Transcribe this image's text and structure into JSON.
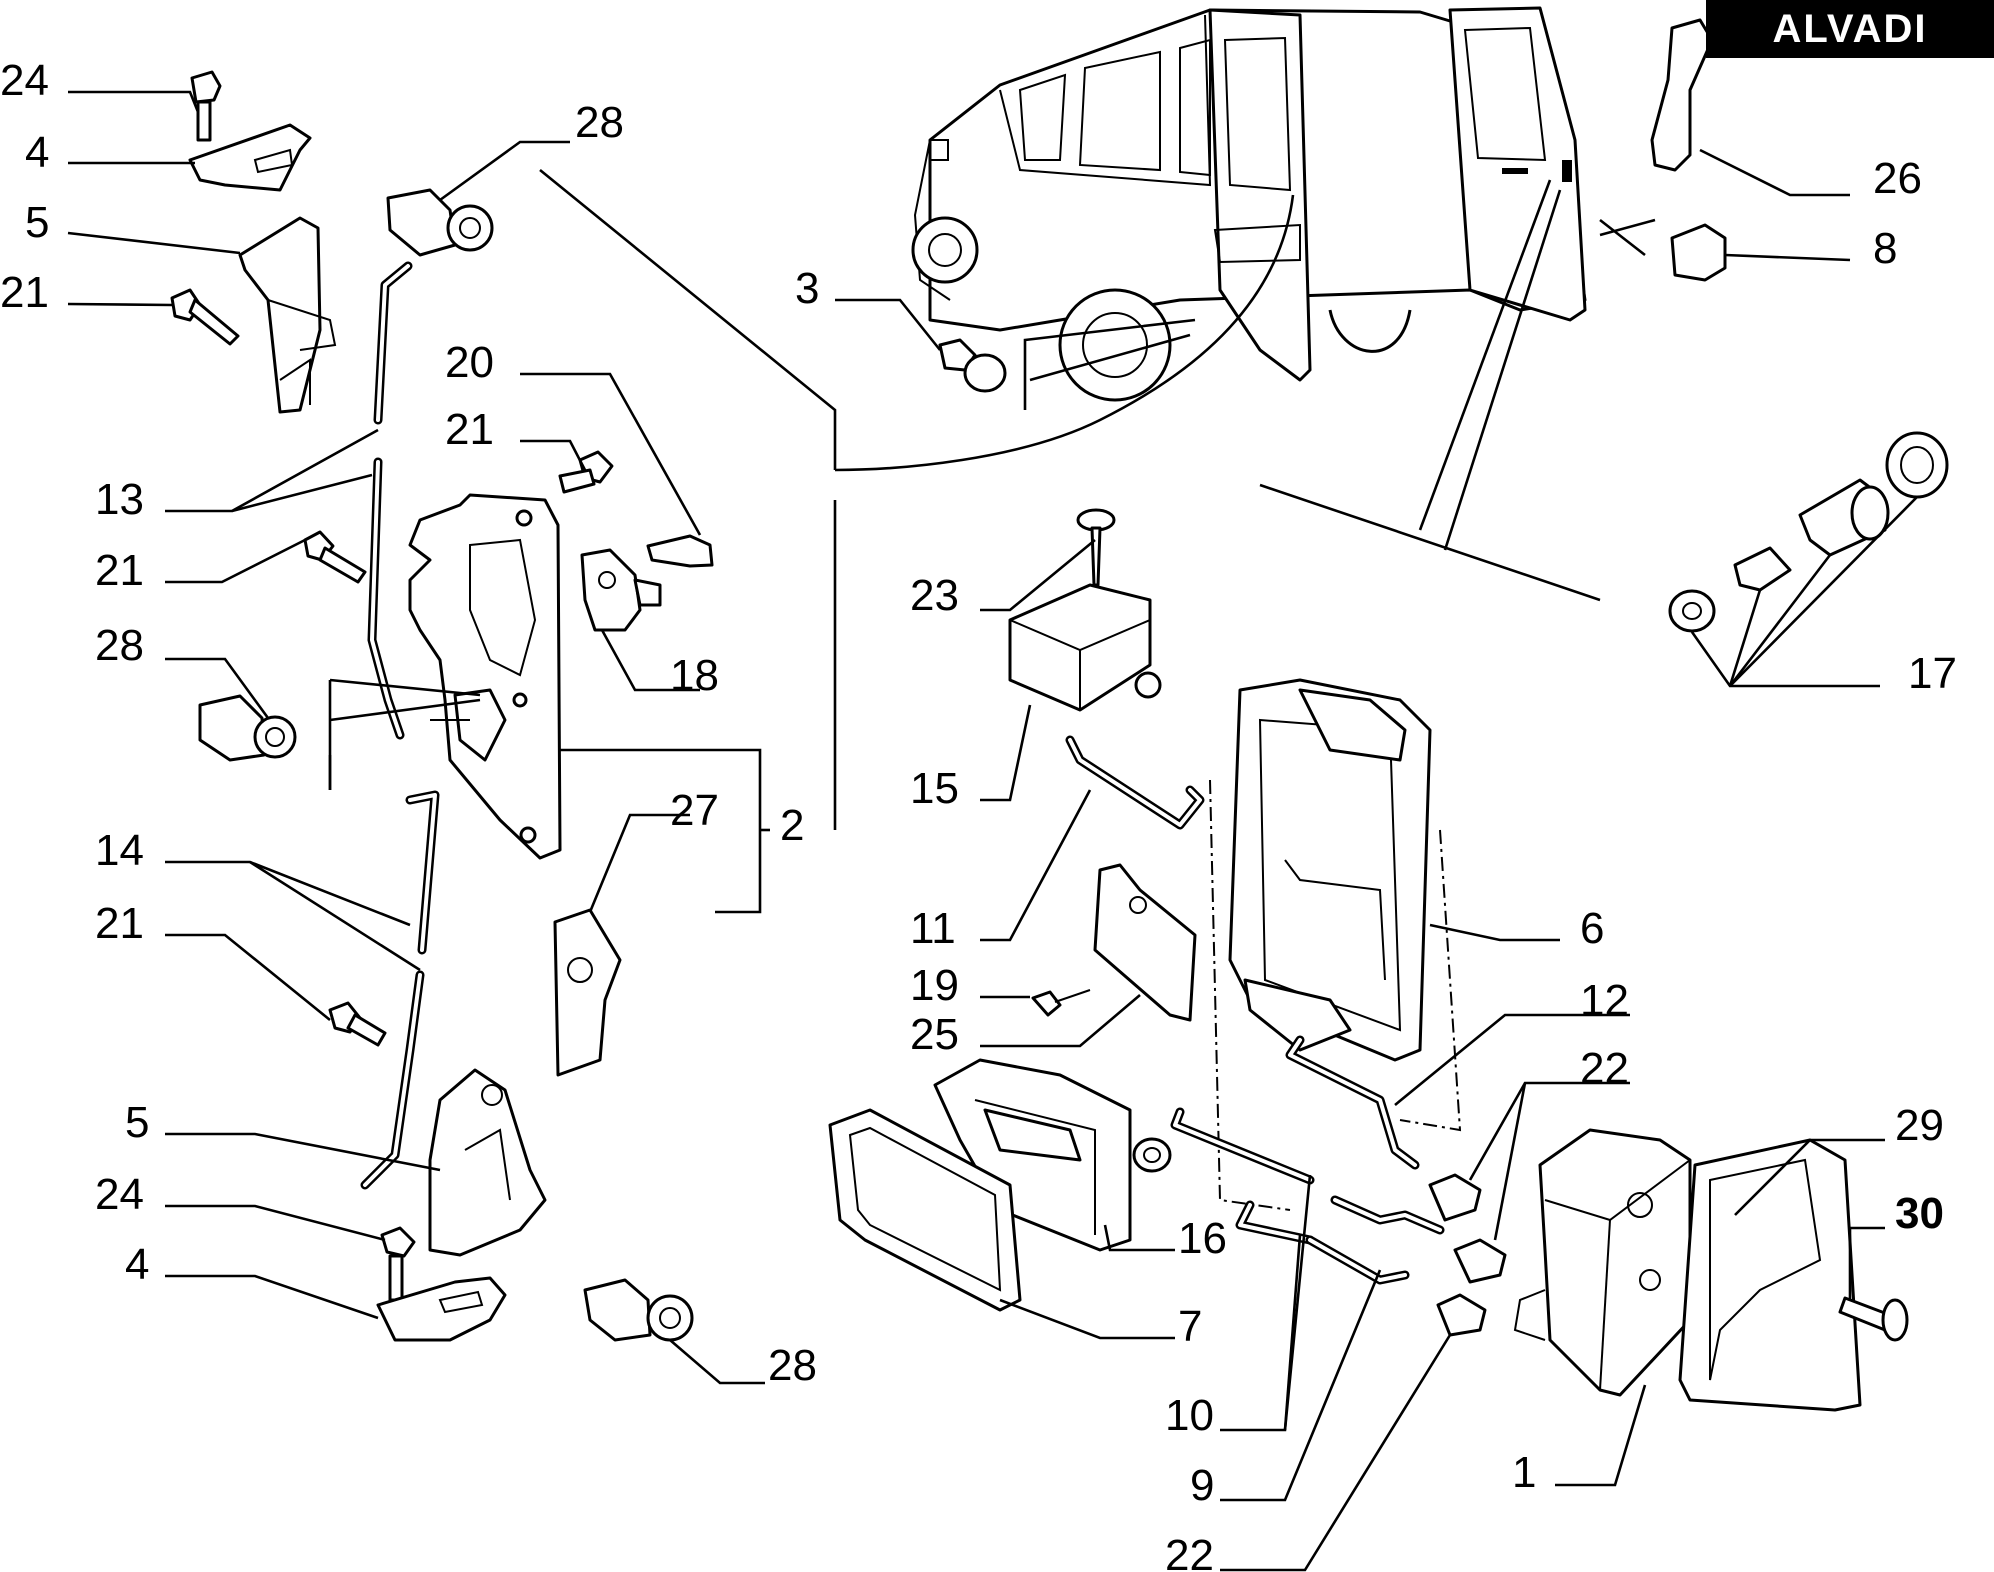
{
  "brand": {
    "name": "ALVADI"
  },
  "callouts": [
    {
      "id": "c24a",
      "text": "24"
    },
    {
      "id": "c4a",
      "text": "4"
    },
    {
      "id": "c5a",
      "text": "5"
    },
    {
      "id": "c21a",
      "text": "21"
    },
    {
      "id": "c28a",
      "text": "28"
    },
    {
      "id": "c20",
      "text": "20"
    },
    {
      "id": "c21b",
      "text": "21"
    },
    {
      "id": "c13",
      "text": "13"
    },
    {
      "id": "c21c",
      "text": "21"
    },
    {
      "id": "c18",
      "text": "18"
    },
    {
      "id": "c28b",
      "text": "28"
    },
    {
      "id": "c27",
      "text": "27"
    },
    {
      "id": "c2",
      "text": "2"
    },
    {
      "id": "c14",
      "text": "14"
    },
    {
      "id": "c21d",
      "text": "21"
    },
    {
      "id": "c5b",
      "text": "5"
    },
    {
      "id": "c24b",
      "text": "24"
    },
    {
      "id": "c4b",
      "text": "4"
    },
    {
      "id": "c28c",
      "text": "28"
    },
    {
      "id": "c3",
      "text": "3"
    },
    {
      "id": "c26",
      "text": "26"
    },
    {
      "id": "c8",
      "text": "8"
    },
    {
      "id": "c17",
      "text": "17"
    },
    {
      "id": "c23",
      "text": "23"
    },
    {
      "id": "c15",
      "text": "15"
    },
    {
      "id": "c11",
      "text": "11"
    },
    {
      "id": "c19",
      "text": "19"
    },
    {
      "id": "c25",
      "text": "25"
    },
    {
      "id": "c6",
      "text": "6"
    },
    {
      "id": "c12",
      "text": "12"
    },
    {
      "id": "c22a",
      "text": "22"
    },
    {
      "id": "c29",
      "text": "29"
    },
    {
      "id": "c30",
      "text": "30"
    },
    {
      "id": "c16",
      "text": "16"
    },
    {
      "id": "c7",
      "text": "7"
    },
    {
      "id": "c10",
      "text": "10"
    },
    {
      "id": "c9",
      "text": "9"
    },
    {
      "id": "c1",
      "text": "1"
    },
    {
      "id": "c22b",
      "text": "22"
    }
  ]
}
